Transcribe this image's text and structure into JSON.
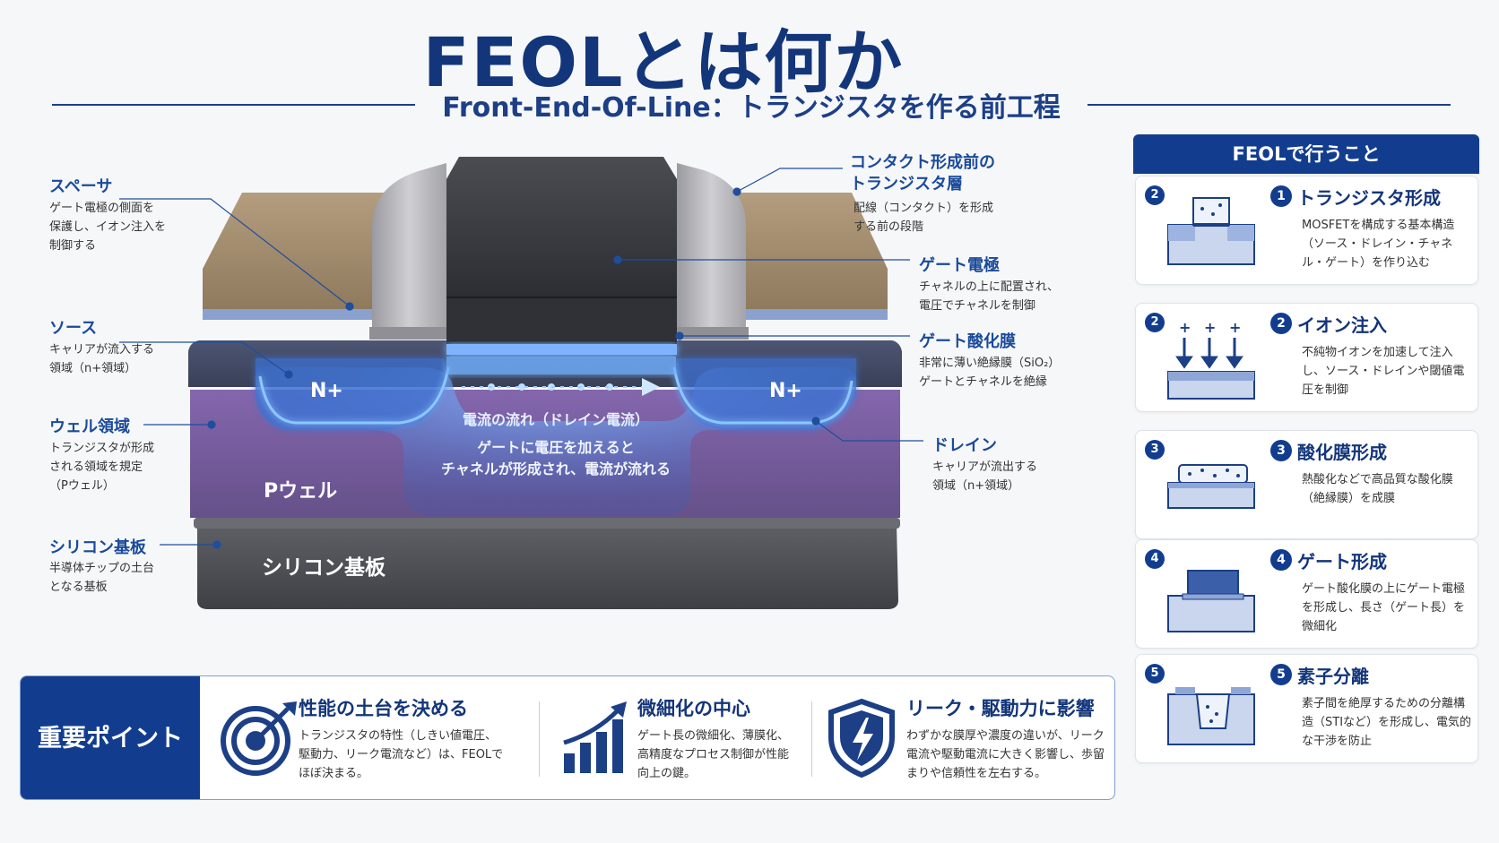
{
  "header": {
    "title": "FEOLとは何か",
    "subtitle": "Front-End-Of-Line：トランジスタを作る前工程"
  },
  "diagram": {
    "labels": {
      "spacer": {
        "title": "スペーサ",
        "desc": "ゲート電極の側面を\n保護し、イオン注入を\n制御する"
      },
      "source": {
        "title": "ソース",
        "desc": "キャリアが流入する\n領域（n+領域）"
      },
      "well": {
        "title": "ウェル領域",
        "desc": "トランジスタが形成\nされる領域を規定\n（Pウェル）"
      },
      "substrate": {
        "title": "シリコン基板",
        "desc": "半導体チップの土台\nとなる基板"
      },
      "contact": {
        "title": "コンタクト形成前の\nトランジスタ層",
        "desc": "配線（コンタクト）を形成\nする前の段階"
      },
      "gate": {
        "title": "ゲート電極",
        "desc": "チャネルの上に配置され、\n電圧でチャネルを制御"
      },
      "oxide": {
        "title": "ゲート酸化膜",
        "desc": "非常に薄い絶縁膜（SiO₂）\nゲートとチャネルを絶縁"
      },
      "drain": {
        "title": "ドレイン",
        "desc": "キャリアが流出する\n領域（n+領域）"
      }
    },
    "device": {
      "n_left": "N+",
      "n_right": "N+",
      "pwell": "Pウェル",
      "substrate": "シリコン基板",
      "flow_title": "電流の流れ（ドレイン電流）",
      "flow_desc_1": "ゲートに電圧を加えると",
      "flow_desc_2": "チャネルが形成され、電流が流れる"
    }
  },
  "panel": {
    "header": "FEOLで行うこと",
    "steps": [
      {
        "badge": "2",
        "num": "1",
        "title": "トランジスタ形成",
        "desc": "MOSFETを構成する基本構造（ソース・ドレイン・チャネル・ゲート）を作り込む",
        "icon": "transistor-icon"
      },
      {
        "badge": "2",
        "num": "2",
        "title": "イオン注入",
        "desc": "不純物イオンを加速して注入し、ソース・ドレインや閾値電圧を制御",
        "icon": "ion-implant-icon"
      },
      {
        "badge": "3",
        "num": "3",
        "title": "酸化膜形成",
        "desc": "熱酸化などで高品質な酸化膜（絶縁膜）を成膜",
        "icon": "oxide-icon"
      },
      {
        "badge": "4",
        "num": "4",
        "title": "ゲート形成",
        "desc": "ゲート酸化膜の上にゲート電極を形成し、長さ（ゲート長）を微細化",
        "icon": "gate-icon"
      },
      {
        "badge": "5",
        "num": "5",
        "title": "素子分離",
        "desc": "素子間を絶厚するための分離構造（STIなど）を形成し、電気的な干渉を防止",
        "icon": "isolation-icon"
      }
    ]
  },
  "keypoints": {
    "head": "重要ポイント",
    "items": [
      {
        "title": "性能の土台を決める",
        "desc": "トランジスタの特性（しきい値電圧、駆動力、リーク電流など）は、FEOLでほぼ決まる。",
        "icon": "target-icon"
      },
      {
        "title": "微細化の中心",
        "desc": "ゲート長の微細化、薄膜化、高精度なプロセス制御が性能向上の鍵。",
        "icon": "growth-chart-icon"
      },
      {
        "title": "リーク・駆動力に影響",
        "desc": "わずかな膜厚や濃度の違いが、リーク電流や駆動電流に大きく影響し、歩留まりや信頼性を左右する。",
        "icon": "shield-bolt-icon"
      }
    ]
  },
  "colors": {
    "navy": "#123d8f",
    "title_blue": "#13357a",
    "glow": "#4da3ff",
    "pwell": "#7d5fa8",
    "substrate": "#55575c",
    "spacer": "#b9b9bd",
    "tan": "#a89276"
  }
}
